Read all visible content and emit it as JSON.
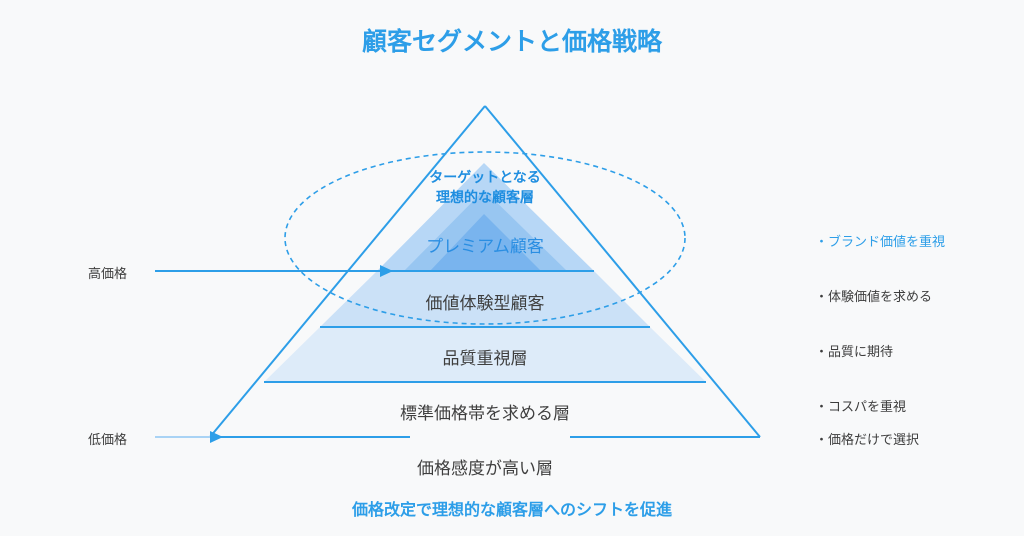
{
  "title": "顧客セグメントと価格戦略",
  "footer": "価格改定で理想的な顧客層へのシフトを促進",
  "target_label": [
    "ターゲットとなる",
    "理想的な顧客層"
  ],
  "tiers": [
    {
      "label": "プレミアム顧客"
    },
    {
      "label": "価値体験型顧客"
    },
    {
      "label": "品質重視層"
    },
    {
      "label": "標準価格帯を求める層"
    },
    {
      "label": "価格感度が高い層"
    }
  ],
  "price_axis": {
    "high": "高価格",
    "low": "低価格"
  },
  "features": [
    {
      "text": "・ブランド価値を重視",
      "highlight": true
    },
    {
      "text": "・体験価値を求める",
      "highlight": false
    },
    {
      "text": "・品質に期待",
      "highlight": false
    },
    {
      "text": "・コスパを重視",
      "highlight": false
    },
    {
      "text": "・価格だけで選択",
      "highlight": false
    }
  ],
  "colors": {
    "accent": "#2d9ee8",
    "text": "#3f3f3f"
  }
}
